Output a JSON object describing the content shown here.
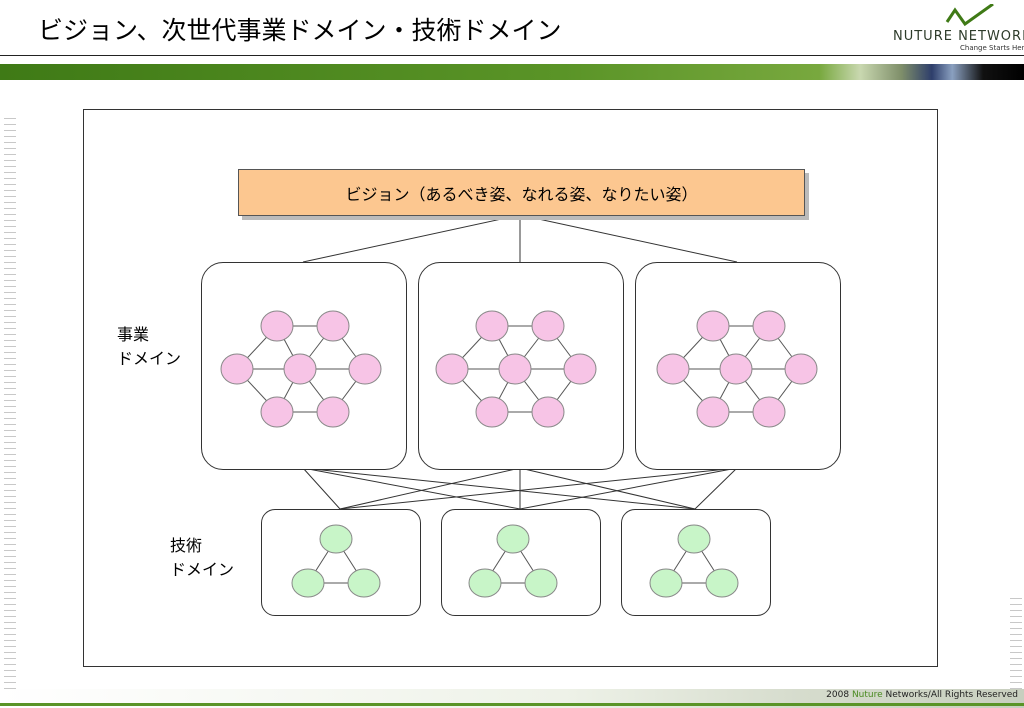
{
  "page": {
    "title": "ビジョン、次世代事業ドメイン・技術ドメイン"
  },
  "logo": {
    "brand": "NUTURE NETWORKS",
    "tagline": "Change Starts Here",
    "accent": "#3f7a16"
  },
  "diagram": {
    "vision_label": "ビジョン（あるべき姿、なれる姿、なりたい姿）",
    "business_label_line1": "事業",
    "business_label_line2": "ドメイン",
    "tech_label_line1": "技術",
    "tech_label_line2": "ドメイン",
    "business_domain_count": 3,
    "tech_domain_count": 3,
    "business_node_color": "#f7c4e6",
    "tech_node_color": "#c8f5c8",
    "vision_color": "#fcc790"
  },
  "footer": {
    "year": "2008",
    "brand": "Nuture",
    "rest": " Networks/All Rights Reserved"
  }
}
